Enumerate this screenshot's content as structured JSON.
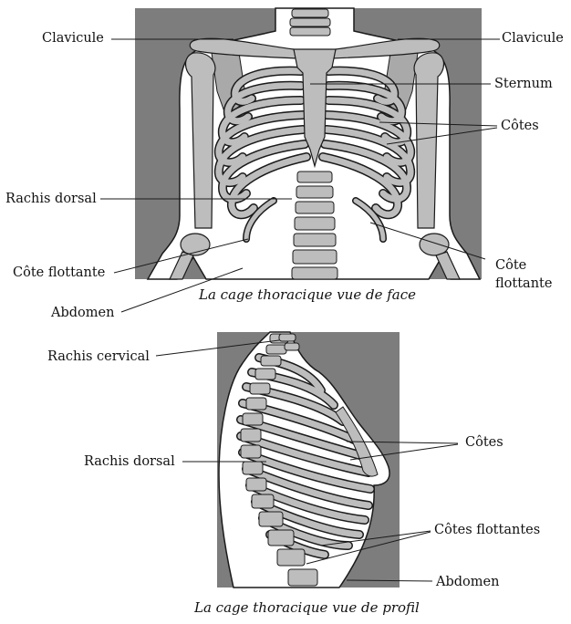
{
  "front": {
    "caption": "La cage thoracique vue de face",
    "labels": {
      "clavicule_left": "Clavicule",
      "clavicule_right": "Clavicule",
      "sternum": "Sternum",
      "cotes": "Côtes",
      "rachis_dorsal": "Rachis dorsal",
      "cote_flottante_left": "Côte flottante",
      "cote_flottante_right_1": "Côte",
      "cote_flottante_right_2": "flottante",
      "abdomen": "Abdomen"
    }
  },
  "side": {
    "caption": "La cage thoracique vue de profil",
    "labels": {
      "rachis_cervical": "Rachis cervical",
      "rachis_dorsal": "Rachis dorsal",
      "cotes": "Côtes",
      "cotes_flottantes": "Côtes flottantes",
      "abdomen": "Abdomen"
    }
  },
  "colors": {
    "background_panel": "#7d7d7d",
    "bone": "#bdbdbd",
    "body": "#ffffff",
    "outline": "#1a1a1a"
  }
}
